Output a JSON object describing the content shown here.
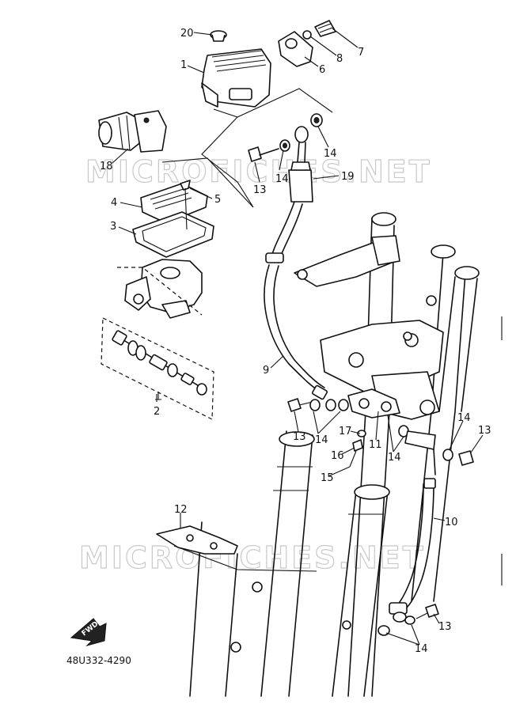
{
  "watermark": {
    "text_top": "MICROFICHES.NET",
    "text_mid": "MICROFICHES.NET"
  },
  "diagram": {
    "part_code": "48U332-4290",
    "forward_arrow_label": "FWD",
    "callouts": {
      "c1": "1",
      "c2": "2",
      "c3": "3",
      "c4": "4",
      "c5": "5",
      "c6": "6",
      "c7": "7",
      "c8": "8",
      "c9": "9",
      "c10": "10",
      "c11": "11",
      "c12": "12",
      "c13a": "13",
      "c13b": "13",
      "c13c": "13",
      "c13d": "13",
      "c14a": "14",
      "c14b": "14",
      "c14c": "14",
      "c14d": "14",
      "c14e": "14",
      "c14f": "14",
      "c15": "15",
      "c16": "16",
      "c17": "17",
      "c18": "18",
      "c19": "19",
      "c20": "20"
    }
  }
}
